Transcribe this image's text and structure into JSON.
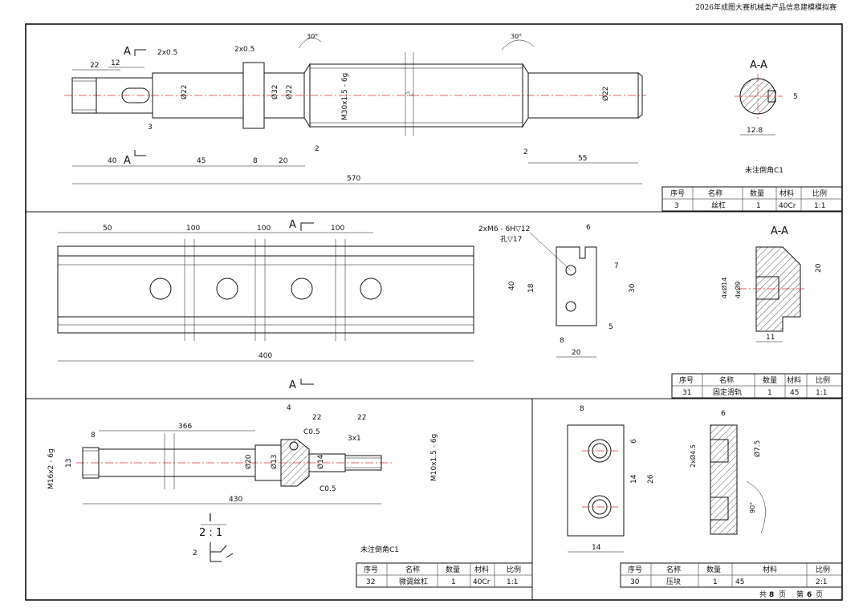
{
  "header": {
    "competition_title": "2026年成图大赛机械类产品信息建模模拟赛"
  },
  "footer": {
    "total_label": "共",
    "total_pages": "8",
    "page_unit": "页",
    "current_label": "第",
    "current_page": "6",
    "current_unit": "页"
  },
  "table_headers": {
    "no": "序号",
    "name": "名称",
    "qty": "数量",
    "material": "材料",
    "scale": "比例"
  },
  "part3": {
    "no": "3",
    "name": "丝杠",
    "qty": "1",
    "material": "40Cr",
    "scale": "1:1",
    "note": "未注倒角C1",
    "section_label": "A-A",
    "cut_label": "A",
    "dims": {
      "d22a": "22",
      "d12": "12",
      "d2x05a": "2x0.5",
      "d2x05b": "2x0.5",
      "d30a": "30°",
      "d30b": "30°",
      "phi22a": "Ø22",
      "phi32": "Ø32",
      "phi22b": "Ø22",
      "thread": "M30x1.5 - 6g",
      "phi22c": "Ø22",
      "d3": "3",
      "d40": "40",
      "d45": "45",
      "d8": "8",
      "d20": "20",
      "d2a": "2",
      "d2b": "2",
      "d55": "55",
      "d570": "570",
      "key5": "5",
      "key128": "12.8"
    }
  },
  "part31": {
    "no": "31",
    "name": "固定滑轨",
    "qty": "1",
    "material": "45",
    "scale": "1:1",
    "section_label": "A-A",
    "cut_label": "A",
    "dims": {
      "d50": "50",
      "d100a": "100",
      "d100b": "100",
      "d100c": "100",
      "d400": "400",
      "hole_spec": "2xM6 - 6H▽12",
      "hole_depth": "孔▽17",
      "d6": "6",
      "d7": "7",
      "d30": "30",
      "d40": "40",
      "d18": "18",
      "d5": "5",
      "d8": "8",
      "d20": "20",
      "phi14": "4xØ14",
      "phi9": "4xØ9",
      "sec20": "20",
      "sec11": "11"
    }
  },
  "part32": {
    "no": "32",
    "name": "微调丝杠",
    "qty": "1",
    "material": "40Cr",
    "scale": "1:1",
    "note": "未注倒角C1",
    "detail_label": "I",
    "detail_scale": "2 : 1",
    "detail_dim": "2",
    "dims": {
      "thread1": "M16x2 - 6g",
      "d8": "8",
      "d13a": "13",
      "d366": "366",
      "d4": "4",
      "d22a": "22",
      "d22b": "22",
      "c05a": "C0.5",
      "c05b": "C0.5",
      "d3x1": "3x1",
      "phi20": "Ø20",
      "phi13": "Ø13",
      "phi14": "Ø14",
      "thread2": "M10x1.5 - 6g",
      "d430": "430"
    }
  },
  "part30": {
    "no": "30",
    "name": "压块",
    "qty": "1",
    "material": "45",
    "scale": "2:1",
    "dims": {
      "d8": "8",
      "d6": "6",
      "d26": "26",
      "d14v": "14",
      "d14h": "14",
      "sec6": "6",
      "phi45": "2xØ4.5",
      "phi75": "Ø7.5",
      "ang90": "90°"
    }
  }
}
